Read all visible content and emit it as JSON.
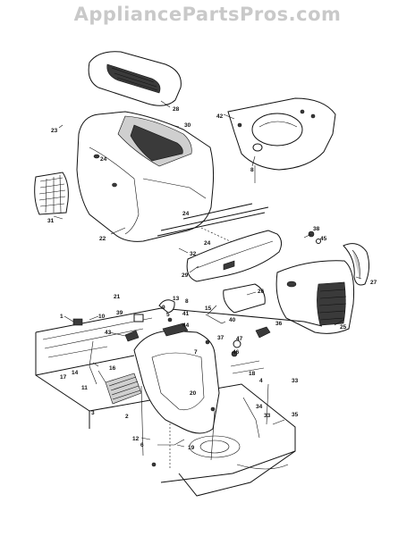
{
  "watermark": {
    "text": "AppliancePartsPros.com"
  },
  "callouts": [
    "28",
    "30",
    "23",
    "24",
    "31",
    "22",
    "24",
    "32",
    "29",
    "42",
    "8",
    "38",
    "45",
    "26",
    "27",
    "25",
    "24",
    "21",
    "13",
    "8",
    "9",
    "5",
    "41",
    "15",
    "39",
    "1",
    "10",
    "43",
    "44",
    "40",
    "37",
    "36",
    "47",
    "46",
    "16",
    "17",
    "14",
    "11",
    "3",
    "20",
    "7",
    "18",
    "4",
    "33",
    "34",
    "33",
    "35",
    "2",
    "12",
    "6",
    "19"
  ]
}
